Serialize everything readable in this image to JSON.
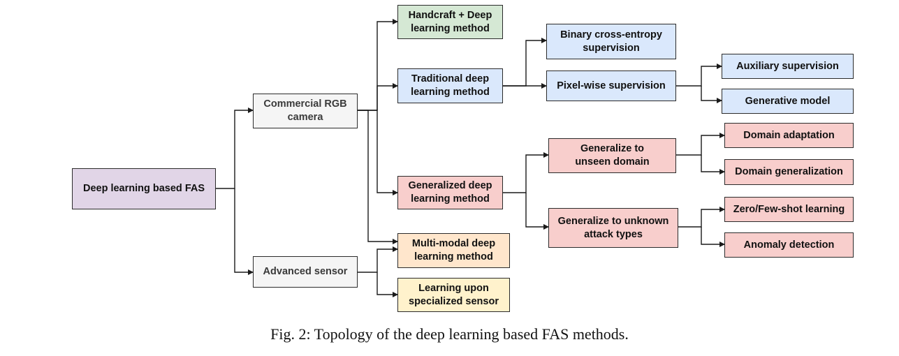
{
  "colors": {
    "purple": "#e1d5e7",
    "grey": "#f5f5f5",
    "green": "#d5e8d4",
    "blue": "#dae8fc",
    "red": "#f8cecc",
    "orange": "#ffe6cc",
    "yellow": "#fff2cc",
    "line": "#1a1a1a"
  },
  "nodes": {
    "root": "Deep learning based FAS",
    "rgb_camera": "Commercial RGB camera",
    "advanced_sensor": "Advanced sensor",
    "handcraft": "Handcraft + Deep learning method",
    "traditional": "Traditional deep learning method",
    "generalized": "Generalized deep learning method",
    "multimodal": "Multi-modal deep learning method",
    "specialized_sensor": "Learning upon specialized sensor",
    "binary_ce": "Binary cross-entropy supervision",
    "pixel_wise": "Pixel-wise supervision",
    "unseen_domain": "Generalize to unseen domain",
    "unknown_attack": "Generalize to unknown attack types",
    "auxiliary": "Auxiliary supervision",
    "generative": "Generative model",
    "domain_adaptation": "Domain adaptation",
    "domain_generalization": "Domain generalization",
    "zero_few_shot": "Zero/Few-shot learning",
    "anomaly": "Anomaly detection"
  },
  "caption": "Fig. 2: Topology of the deep learning based FAS methods."
}
